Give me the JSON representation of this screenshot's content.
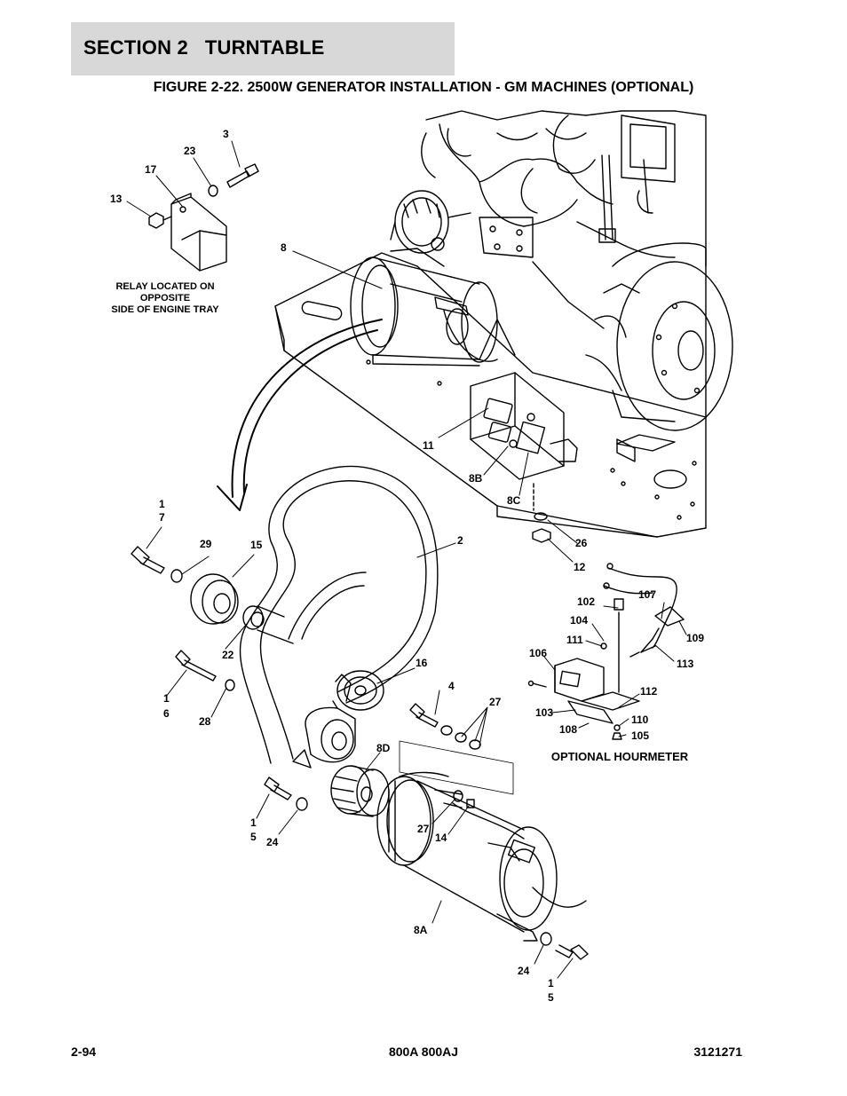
{
  "section": {
    "title": "SECTION 2   TURNTABLE"
  },
  "figure": {
    "title": "FIGURE 2-22. 2500W GENERATOR INSTALLATION - GM MACHINES (OPTIONAL)"
  },
  "notes": {
    "relay": [
      "RELAY LOCATED ON",
      "OPPOSITE",
      "SIDE OF ENGINE TRAY"
    ],
    "hourmeter": "OPTIONAL HOURMETER"
  },
  "callouts": {
    "c3": "3",
    "c23": "23",
    "c17a": "17",
    "c13": "13",
    "c8": "8",
    "c11": "11",
    "c8B": "8B",
    "c8C": "8C",
    "c1_7a": "1",
    "c1_7b": "7",
    "c29": "29",
    "c15": "15",
    "c2": "2",
    "c26": "26",
    "c12": "12",
    "c22": "22",
    "c102": "102",
    "c107": "107",
    "c104": "104",
    "c109": "109",
    "c111": "111",
    "c113": "113",
    "c106": "106",
    "c16": "16",
    "c4": "4",
    "c27a": "27",
    "c112": "112",
    "c1_6a": "1",
    "c1_6b": "6",
    "c28": "28",
    "c103": "103",
    "c110": "110",
    "c108": "108",
    "c105": "105",
    "c8D": "8D",
    "c1_5a": "1",
    "c1_5b": "5",
    "c24a": "24",
    "c27b": "27",
    "c14": "14",
    "c8A": "8A",
    "c24b": "24",
    "c1_5c": "1",
    "c1_5d": "5"
  },
  "footer": {
    "page": "2-94",
    "model": "800A 800AJ",
    "doc_number": "3121271"
  }
}
